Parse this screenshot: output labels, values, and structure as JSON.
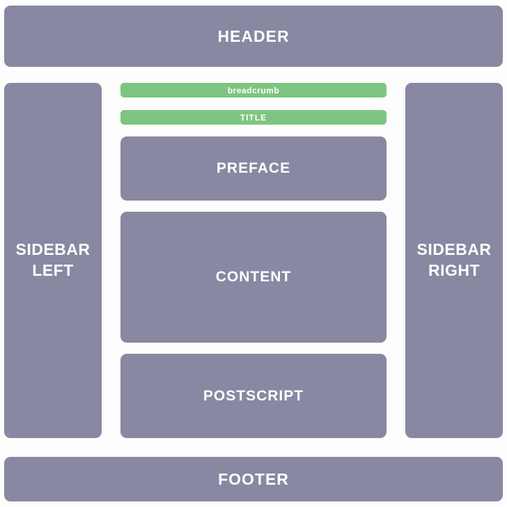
{
  "colors": {
    "block": "#8888a3",
    "accent_green": "#7ec581",
    "background": "#fdfdfd",
    "label_text": "#ffffff"
  },
  "diagram": {
    "header": {
      "label": "HEADER"
    },
    "sidebar_left": {
      "label": "SIDEBAR LEFT"
    },
    "sidebar_right": {
      "label": "SIDEBAR RIGHT"
    },
    "breadcrumb": {
      "label": "breadcrumb"
    },
    "title": {
      "label": "TITLE"
    },
    "preface": {
      "label": "PREFACE"
    },
    "content": {
      "label": "CONTENT"
    },
    "postscript": {
      "label": "POSTSCRIPT"
    },
    "footer": {
      "label": "FOOTER"
    }
  }
}
